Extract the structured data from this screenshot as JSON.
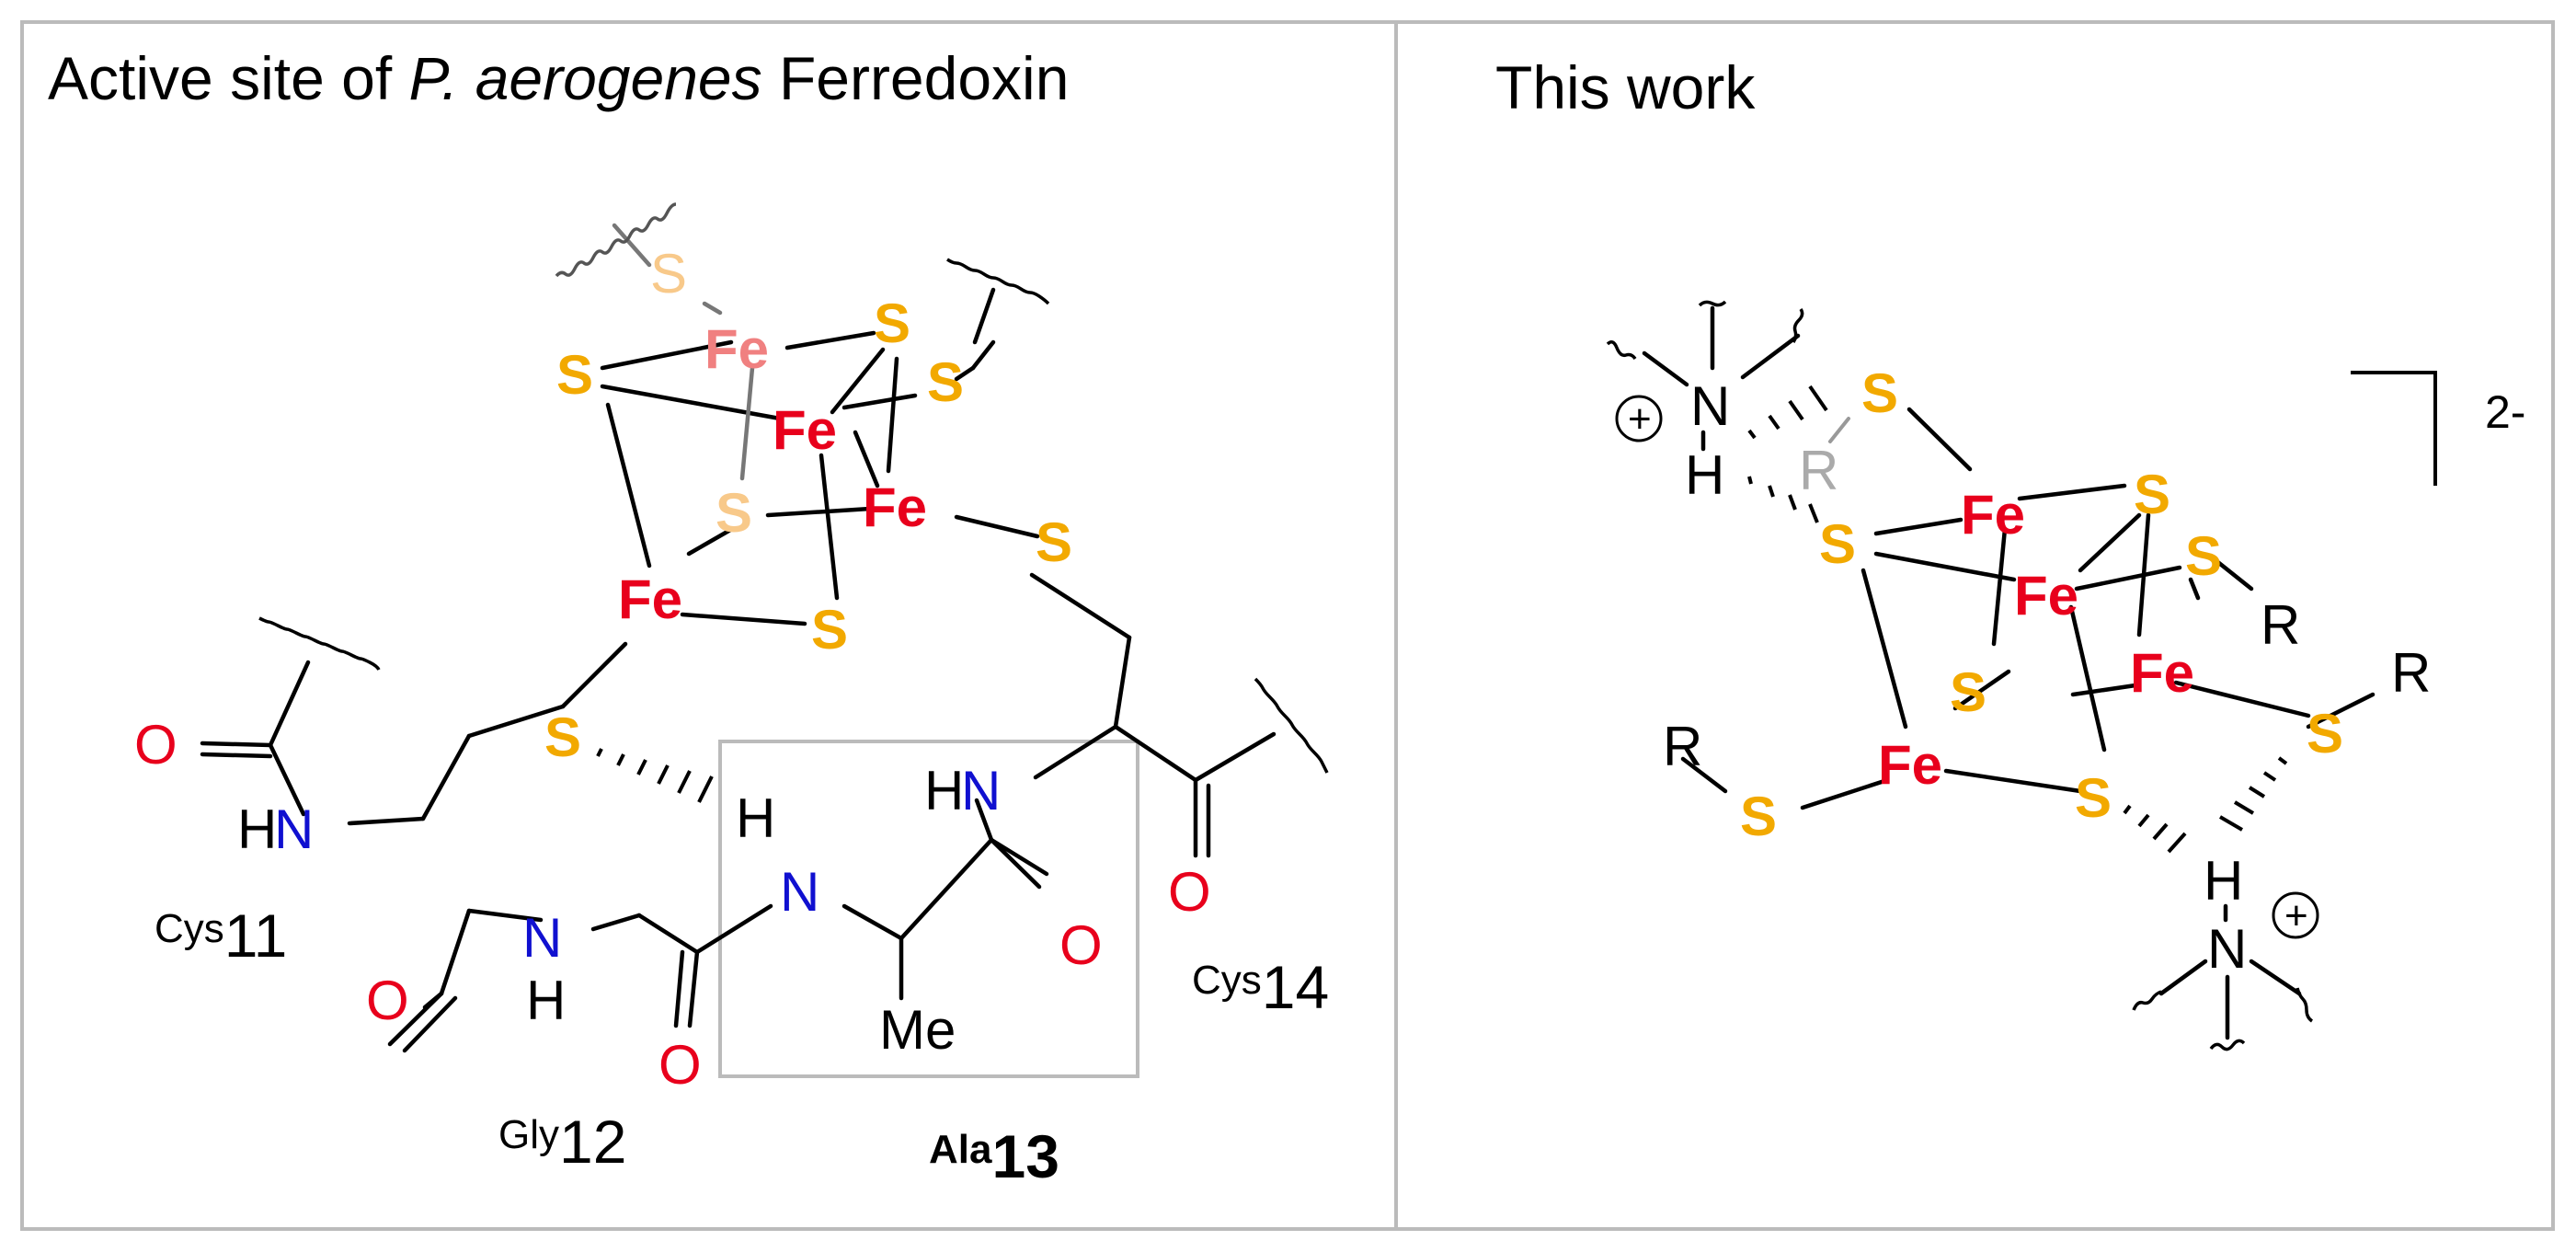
{
  "panels": {
    "left": {
      "title_pre": "Active site of ",
      "title_italic": "P. aerogenes",
      "title_post": " Ferredoxin"
    },
    "right": {
      "title": "This work",
      "charge": "2-"
    }
  },
  "atoms": {
    "S": "S",
    "Fe": "Fe",
    "N": "N",
    "H": "H",
    "O": "O",
    "R": "R",
    "HN": "H",
    "Me": "Me",
    "plus": "+"
  },
  "residues": {
    "cys11_sup": "Cys",
    "cys11_num": "11",
    "gly12_sup": "Gly",
    "gly12_num": "12",
    "ala13_sup": "Ala",
    "ala13_num": "13",
    "cys14_sup": "Cys",
    "cys14_num": "14"
  },
  "colors": {
    "sulfur": "#F2A900",
    "sulfur_faded": "#F8C98A",
    "iron": "#E8001C",
    "iron_faded": "#F08080",
    "nitrogen": "#1010D0",
    "oxygen": "#E8001C",
    "frame": "#BBBBBB",
    "highlight_box": "#BBBBBB",
    "faded_R": "#AAAAAA"
  }
}
